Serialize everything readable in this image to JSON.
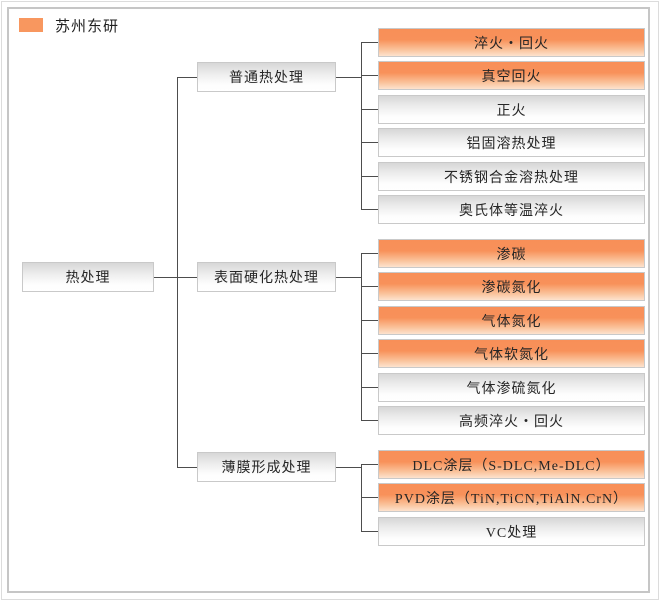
{
  "legend": {
    "label": "苏州东研",
    "swatch_color": "#f8975f",
    "meaning": "橙色高亮项目"
  },
  "colors": {
    "highlight_orange": "#f8915a",
    "highlight_fade": "#fde2ce",
    "plain_gray_top": "#d7d7d7",
    "node_border": "#c9c9c9",
    "connector_line": "#4d4d4d"
  },
  "root": {
    "label": "热处理"
  },
  "branches": [
    {
      "label": "普通热处理",
      "children": [
        {
          "label": "淬火・回火",
          "highlighted": true
        },
        {
          "label": "真空回火",
          "highlighted": true
        },
        {
          "label": "正火",
          "highlighted": false
        },
        {
          "label": "铝固溶热处理",
          "highlighted": false
        },
        {
          "label": "不锈钢合金溶热处理",
          "highlighted": false
        },
        {
          "label": "奥氏体等温淬火",
          "highlighted": false
        }
      ]
    },
    {
      "label": "表面硬化热处理",
      "children": [
        {
          "label": "渗碳",
          "highlighted": true
        },
        {
          "label": "渗碳氮化",
          "highlighted": true
        },
        {
          "label": "气体氮化",
          "highlighted": true
        },
        {
          "label": "气体软氮化",
          "highlighted": true
        },
        {
          "label": "气体渗硫氮化",
          "highlighted": false
        },
        {
          "label": "高频淬火・回火",
          "highlighted": false
        }
      ]
    },
    {
      "label": "薄膜形成处理",
      "children": [
        {
          "label": "DLC涂层（S-DLC,Me-DLC）",
          "highlighted": true
        },
        {
          "label": "PVD涂层（TiN,TiCN,TiAlN.CrN）",
          "highlighted": true
        },
        {
          "label": "VC处理",
          "highlighted": false
        }
      ]
    }
  ]
}
